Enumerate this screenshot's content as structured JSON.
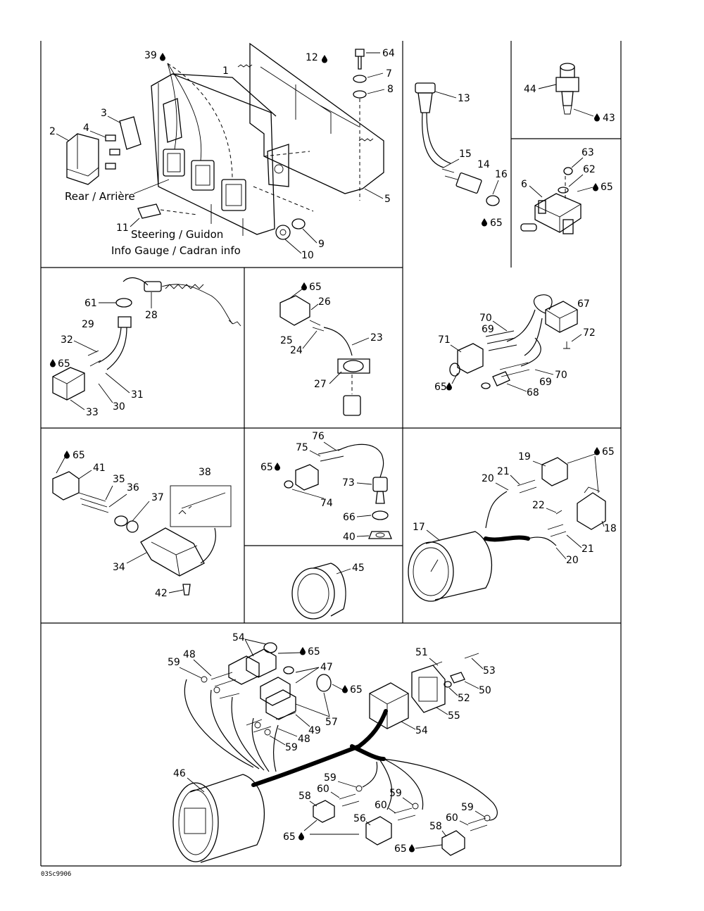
{
  "drawing_code": "03Sc9906",
  "captions": {
    "rear": "Rear / Arrière",
    "steering": "Steering / Guidon",
    "info_gauge": "Info Gauge / Cadran info"
  },
  "callouts": {
    "p1": "1",
    "p2": "2",
    "p3": "3",
    "p4": "4",
    "p5": "5",
    "p6": "6",
    "p7": "7",
    "p8": "8",
    "p9": "9",
    "p10": "10",
    "p11": "11",
    "p12": "12",
    "p13": "13",
    "p14": "14",
    "p15": "15",
    "p16": "16",
    "p17": "17",
    "p18": "18",
    "p19": "19",
    "p20": "20",
    "p21": "21",
    "p22": "22",
    "p23": "23",
    "p24": "24",
    "p25": "25",
    "p26": "26",
    "p27": "27",
    "p28": "28",
    "p29": "29",
    "p30": "30",
    "p31": "31",
    "p32": "32",
    "p33": "33",
    "p34": "34",
    "p35": "35",
    "p36": "36",
    "p37": "37",
    "p38": "38",
    "p39": "39",
    "p40": "40",
    "p41": "41",
    "p42": "42",
    "p43": "43",
    "p44": "44",
    "p45": "45",
    "p46": "46",
    "p47": "47",
    "p48": "48",
    "p49": "49",
    "p50": "50",
    "p51": "51",
    "p52": "52",
    "p53": "53",
    "p54": "54",
    "p55": "55",
    "p56": "56",
    "p57": "57",
    "p58": "58",
    "p59": "59",
    "p60": "60",
    "p61": "61",
    "p62": "62",
    "p63": "63",
    "p64": "64",
    "p65": "65",
    "p66": "66",
    "p67": "67",
    "p68": "68",
    "p69": "69",
    "p70": "70",
    "p71": "71",
    "p72": "72",
    "p73": "73",
    "p74": "74",
    "p75": "75",
    "p76": "76"
  },
  "icons": {
    "lubricant": "oil-drop-icon"
  }
}
